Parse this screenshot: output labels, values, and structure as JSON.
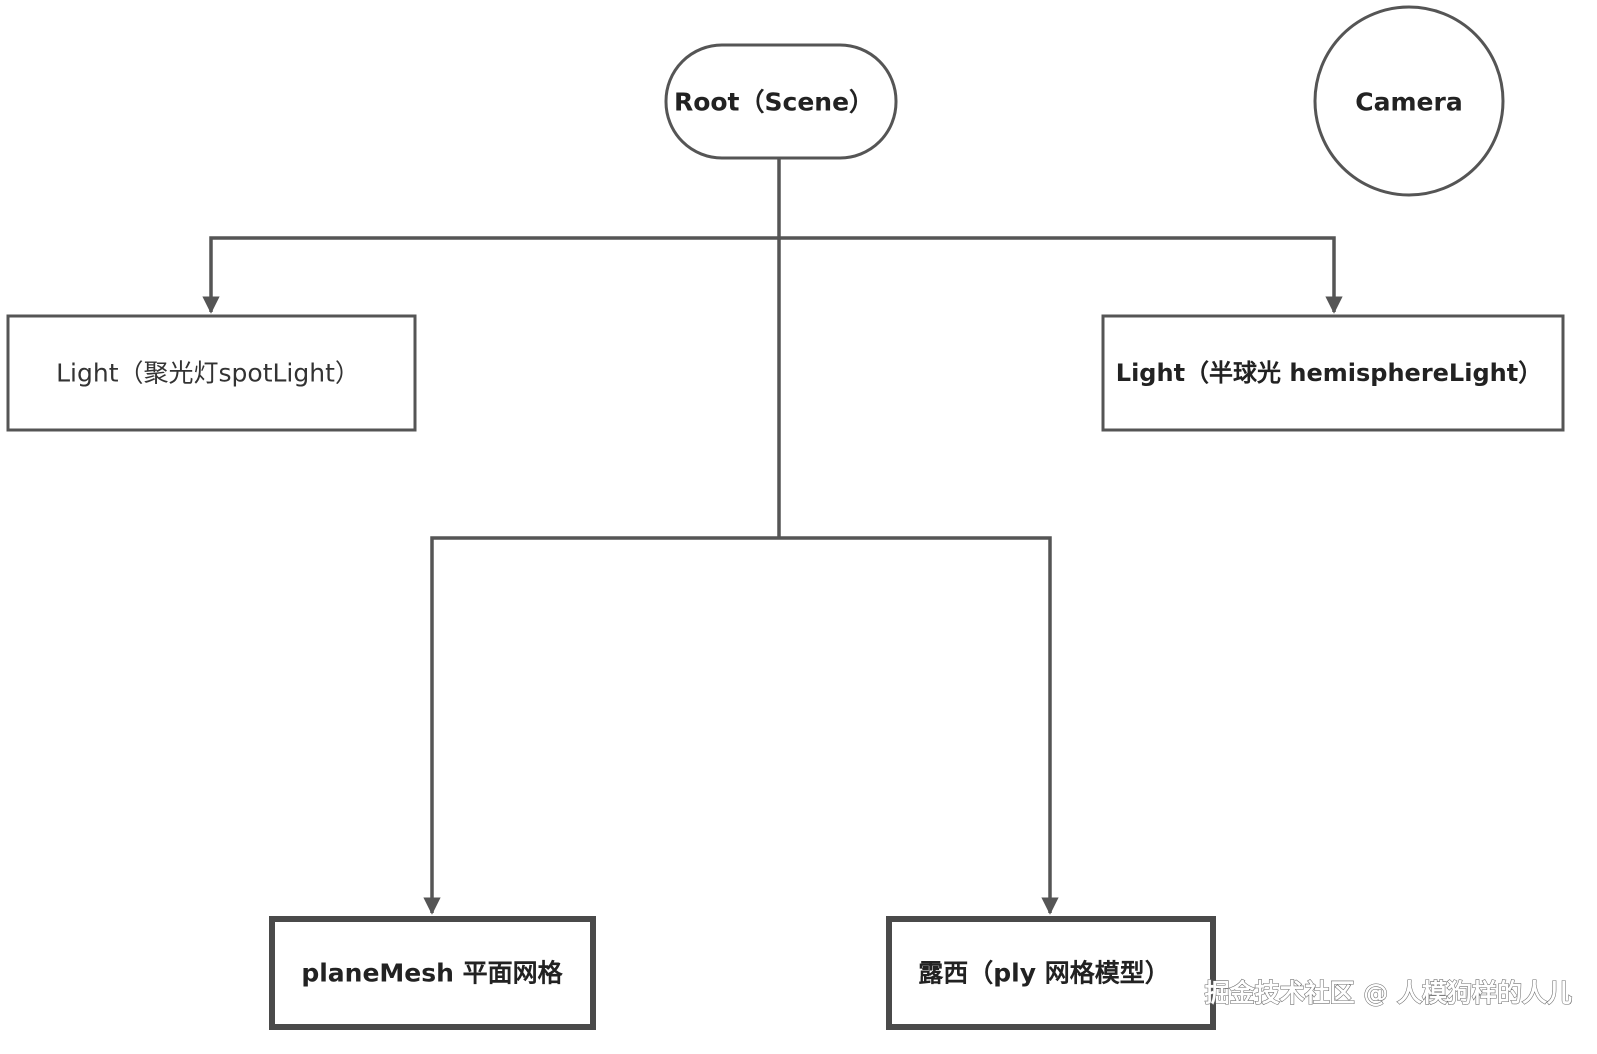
{
  "nodes": {
    "root": {
      "label": "Root（Scene）"
    },
    "camera": {
      "label": "Camera"
    },
    "spot_light": {
      "label": "Light（聚光灯spotLight）"
    },
    "hemisphere_light": {
      "label": "Light（半球光 hemisphereLight）"
    },
    "plane_mesh": {
      "label": "planeMesh 平面网格"
    },
    "lucy": {
      "label": "露西（ply 网格模型）"
    }
  },
  "edges": [
    {
      "from": "Root（Scene）",
      "to": "Light（聚光灯spotLight）"
    },
    {
      "from": "Root（Scene）",
      "to": "Light（半球光 hemisphereLight）"
    },
    {
      "from": "Root（Scene）",
      "to": "planeMesh 平面网格"
    },
    {
      "from": "Root（Scene）",
      "to": "露西（ply 网格模型）"
    }
  ],
  "watermark": "掘金技术社区 @ 人模狗样的人儿",
  "colors": {
    "stroke": "#555555",
    "text": "#222222",
    "background": "#ffffff"
  }
}
